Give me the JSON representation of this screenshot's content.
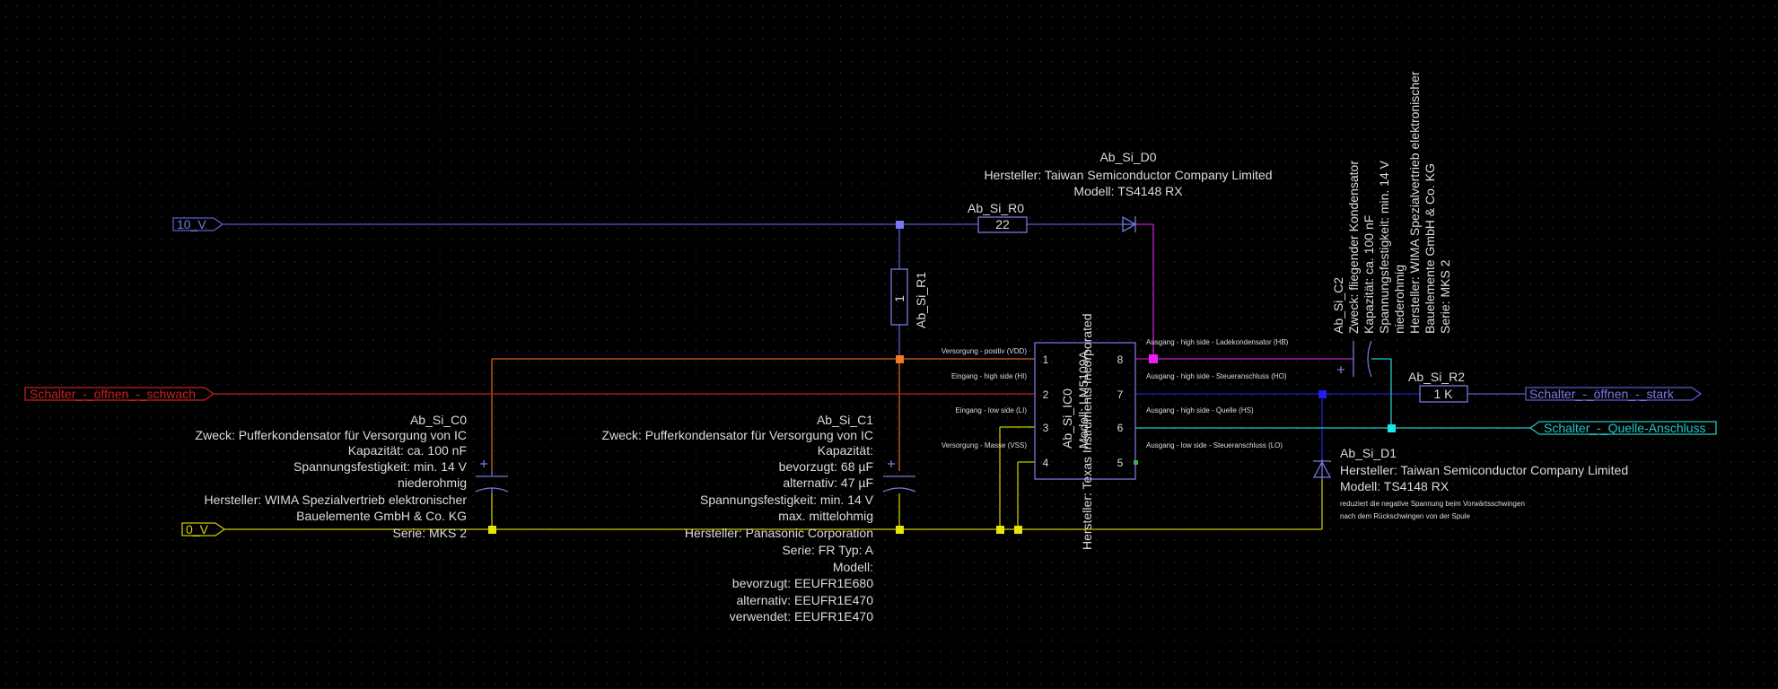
{
  "colors": {
    "bg": "#000000",
    "dots": "#3c3c3c",
    "text": "#dcdcdc",
    "wire_10v": "#5a5ad2",
    "wire_vdd": "#d2641e",
    "wire_gnd": "#c8c800",
    "wire_hi": "#c81e1e",
    "wire_ho": "#1e1ec8",
    "wire_hs": "#1ec8c8",
    "wire_hb": "#c81ec8",
    "component": "#7878dc"
  },
  "ports": {
    "v10": "10_V",
    "v0": "0_V",
    "weak": "Schalter_-_öffnen_-_schwach",
    "strong": "Schalter_-_öffnen_-_stark",
    "source": "Schalter_-_Quelle-Anschluss"
  },
  "ic": {
    "ref": "Ab_Si_IC0",
    "model": "Modell: LM5109A",
    "maker": "Hersteller: Texas Instruments Incorporated",
    "pins_left": [
      {
        "num": "1",
        "label": "Versorgung - positiv (VDD)"
      },
      {
        "num": "2",
        "label": "Eingang - high side (HI)"
      },
      {
        "num": "3",
        "label": "Eingang - low side (LI)"
      },
      {
        "num": "4",
        "label": "Versorgung - Masse (VSS)"
      }
    ],
    "pins_right": [
      {
        "num": "8",
        "label": "Ausgang - high side - Ladekondensator (HB)"
      },
      {
        "num": "7",
        "label": "Ausgang - high side - Steueranschluss (HO)"
      },
      {
        "num": "6",
        "label": "Ausgang - high side - Quelle (HS)"
      },
      {
        "num": "5",
        "label": "Ausgang - low side - Steueranschluss (LO)"
      }
    ]
  },
  "d0": {
    "lines": [
      "Ab_Si_D0",
      "Hersteller: Taiwan Semiconductor Company Limited",
      "Modell: TS4148 RX"
    ]
  },
  "r0": {
    "ref": "Ab_Si_R0",
    "value": "22"
  },
  "r1": {
    "ref": "Ab_Si_R1",
    "value": "1"
  },
  "r2": {
    "ref": "Ab_Si_R2",
    "value": "1 K"
  },
  "c0": {
    "lines": [
      "Ab_Si_C0",
      "Zweck: Pufferkondensator für Versorgung von IC",
      "Kapazität: ca. 100 nF",
      "Spannungsfestigkeit: min. 14 V",
      "niederohmig",
      "Hersteller: WIMA Spezialvertrieb elektronischer",
      "Bauelemente GmbH & Co. KG",
      "Serie: MKS 2"
    ]
  },
  "c1": {
    "lines": [
      "Ab_Si_C1",
      "Zweck: Pufferkondensator für Versorgung von IC",
      "Kapazität:",
      "bevorzugt: 68 µF",
      "alternativ: 47 µF",
      "Spannungsfestigkeit: min. 14 V",
      "max. mittelohmig",
      "Hersteller: Panasonic Corporation",
      "Serie: FR Typ: A",
      "Modell:",
      "bevorzugt: EEUFR1E680",
      "alternativ: EEUFR1E470",
      "verwendet: EEUFR1E470"
    ]
  },
  "c2": {
    "lines": [
      "Ab_Si_C2",
      "Zweck: fliegender Kondensator",
      "Kapazität: ca. 100 nF",
      "Spannungsfestigkeit: min. 14 V",
      "niederohmig",
      "Hersteller: WIMA Spezialvertrieb elektronischer",
      "Bauelemente GmbH & Co. KG",
      "Serie: MKS 2"
    ]
  },
  "d1": {
    "lines": [
      "Ab_Si_D1",
      "Hersteller: Taiwan Semiconductor Company Limited",
      "Modell: TS4148 RX"
    ],
    "notes": [
      "reduziert die negative Spannung beim Vorwärtsschwingen",
      "nach dem Rückschwingen von der Spule"
    ]
  }
}
